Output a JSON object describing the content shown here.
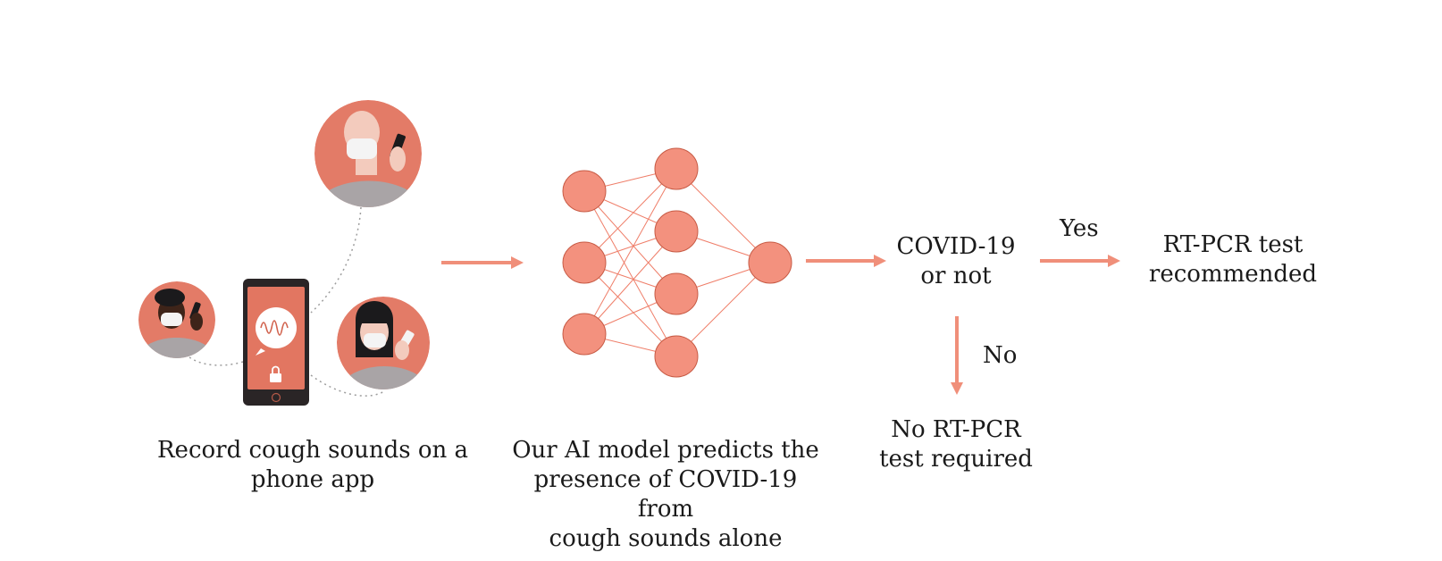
{
  "captions": {
    "record": [
      "Record cough sounds on a",
      "phone app"
    ],
    "model": [
      "Our AI model predicts the",
      "presence of COVID-19 from",
      "cough sounds alone"
    ]
  },
  "decision": {
    "node": [
      "COVID-19",
      "or not"
    ],
    "yes_label": "Yes",
    "no_label": "No",
    "yes_result": [
      "RT-PCR test",
      "recommended"
    ],
    "no_result": [
      "No RT-PCR",
      "test required"
    ]
  },
  "network": {
    "layers": [
      3,
      4,
      1
    ]
  },
  "colors": {
    "accent": "#f08f7a",
    "node_fill": "#f3917e",
    "node_stroke": "#c75a44",
    "edge": "#ef7e69",
    "bubble": "#e37b67",
    "phone_body": "#2a2526",
    "phone_screen": "#e27661",
    "skin_light": "#f3cbbd",
    "skin_dark": "#3e2419",
    "mask": "#f4f4f4",
    "shirt": "#a9a4a6",
    "hair_dark": "#1b1a1c",
    "dotted_line": "#9d9d9d"
  },
  "icons": [
    "person-bald-phone",
    "person-curly-phone",
    "person-bangs-phone",
    "phone-app",
    "sound-wave-icon",
    "lock-icon"
  ]
}
